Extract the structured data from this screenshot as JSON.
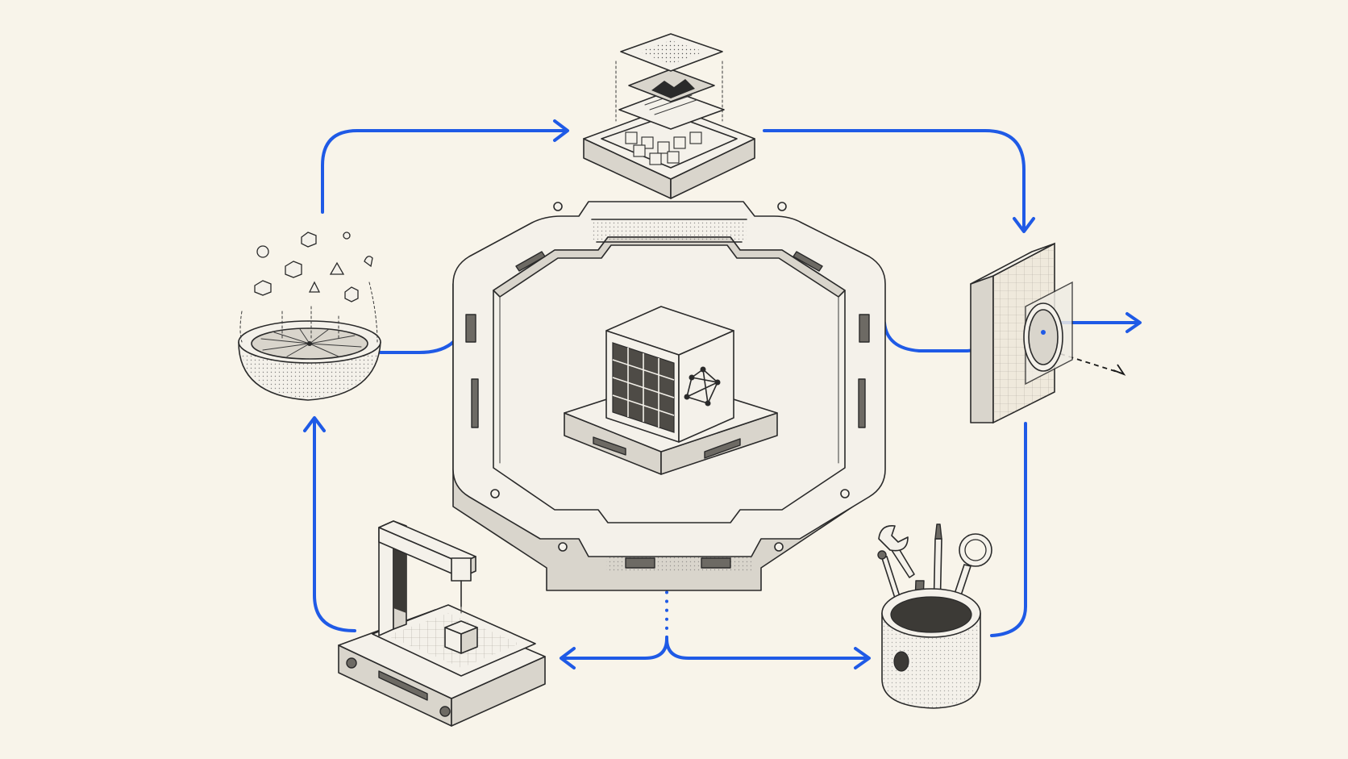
{
  "diagram": {
    "background": "#f8f4ea",
    "accent": "#1f5ae6",
    "ink": "#2a2a2a",
    "nodes": [
      {
        "id": "ingredients-bowl",
        "icon": "bowl-icon"
      },
      {
        "id": "layered-assembly",
        "icon": "layer-stack-icon"
      },
      {
        "id": "filter-panel",
        "icon": "lens-panel-icon"
      },
      {
        "id": "central-cube",
        "icon": "cube-network-icon"
      },
      {
        "id": "fabrication-machine",
        "icon": "cnc-machine-icon"
      },
      {
        "id": "tool-cup",
        "icon": "tools-icon"
      }
    ]
  }
}
